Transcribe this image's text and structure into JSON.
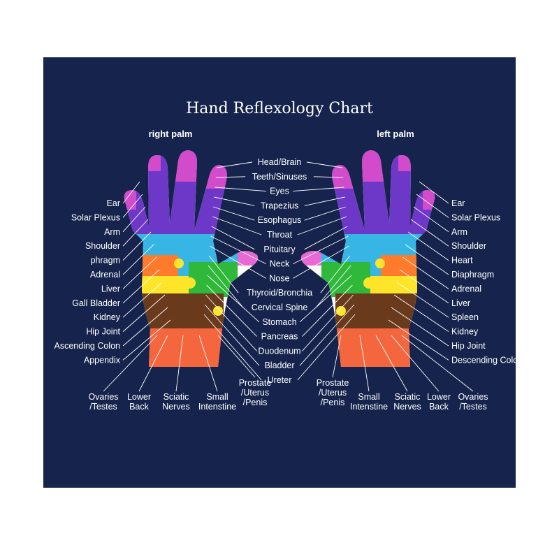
{
  "title": "Hand Reflexology Chart",
  "palms": {
    "right": "right palm",
    "left": "left palm"
  },
  "colors": {
    "background": "#16244d",
    "hand_base": "#ffffff",
    "fingertip_pink": "#e34fcb",
    "finger_purple": "#6d37c8",
    "palm_cyan": "#37b6e6",
    "palm_green": "#2fb83a",
    "palm_yellow": "#ffe52a",
    "palm_orange": "#ff7a2a",
    "palm_brown": "#6a3a1d",
    "wrist_coral": "#f4663d"
  },
  "labels": {
    "center": [
      "Head/Brain",
      "Teeth/Sinuses",
      "Eyes",
      "Trapezius",
      "Esophagus",
      "Throat",
      "Pituitary",
      "Neck",
      "Nose",
      "Thyroid/Bronchia",
      "Cervical Spine",
      "Stomach",
      "Pancreas",
      "Duodenum",
      "Bladder",
      "Ureter"
    ],
    "right_side": [
      "Ear",
      "Solar Plexus",
      "Arm",
      "Shoulder",
      "phragm",
      "Adrenal",
      "Liver",
      "Gall Bladder",
      "Kidney",
      "Hip Joint",
      "Ascending Colon",
      "Appendix"
    ],
    "left_side": [
      "Ear",
      "Solar Plexus",
      "Arm",
      "Shoulder",
      "Heart",
      "Diaphragm",
      "Adrenal",
      "Liver",
      "Spleen",
      "Kidney",
      "Hip Joint",
      "Descending Colon"
    ],
    "bottom_right_palm": [
      {
        "l1": "Ovaries",
        "l2": "/Testes"
      },
      {
        "l1": "Lower",
        "l2": "Back"
      },
      {
        "l1": "Sciatic",
        "l2": "Nerves"
      },
      {
        "l1": "Small",
        "l2": "Intenstine"
      },
      {
        "l1": "Prostate",
        "l2": "/Uterus",
        "l3": "/Penis"
      }
    ],
    "bottom_left_palm": [
      {
        "l1": "Prostate",
        "l2": "/Uterus",
        "l3": "/Penis"
      },
      {
        "l1": "Small",
        "l2": "Intenstine"
      },
      {
        "l1": "Sciatic",
        "l2": "Nerves"
      },
      {
        "l1": "Lower",
        "l2": "Back"
      },
      {
        "l1": "Ovaries",
        "l2": "/Testes"
      }
    ]
  }
}
